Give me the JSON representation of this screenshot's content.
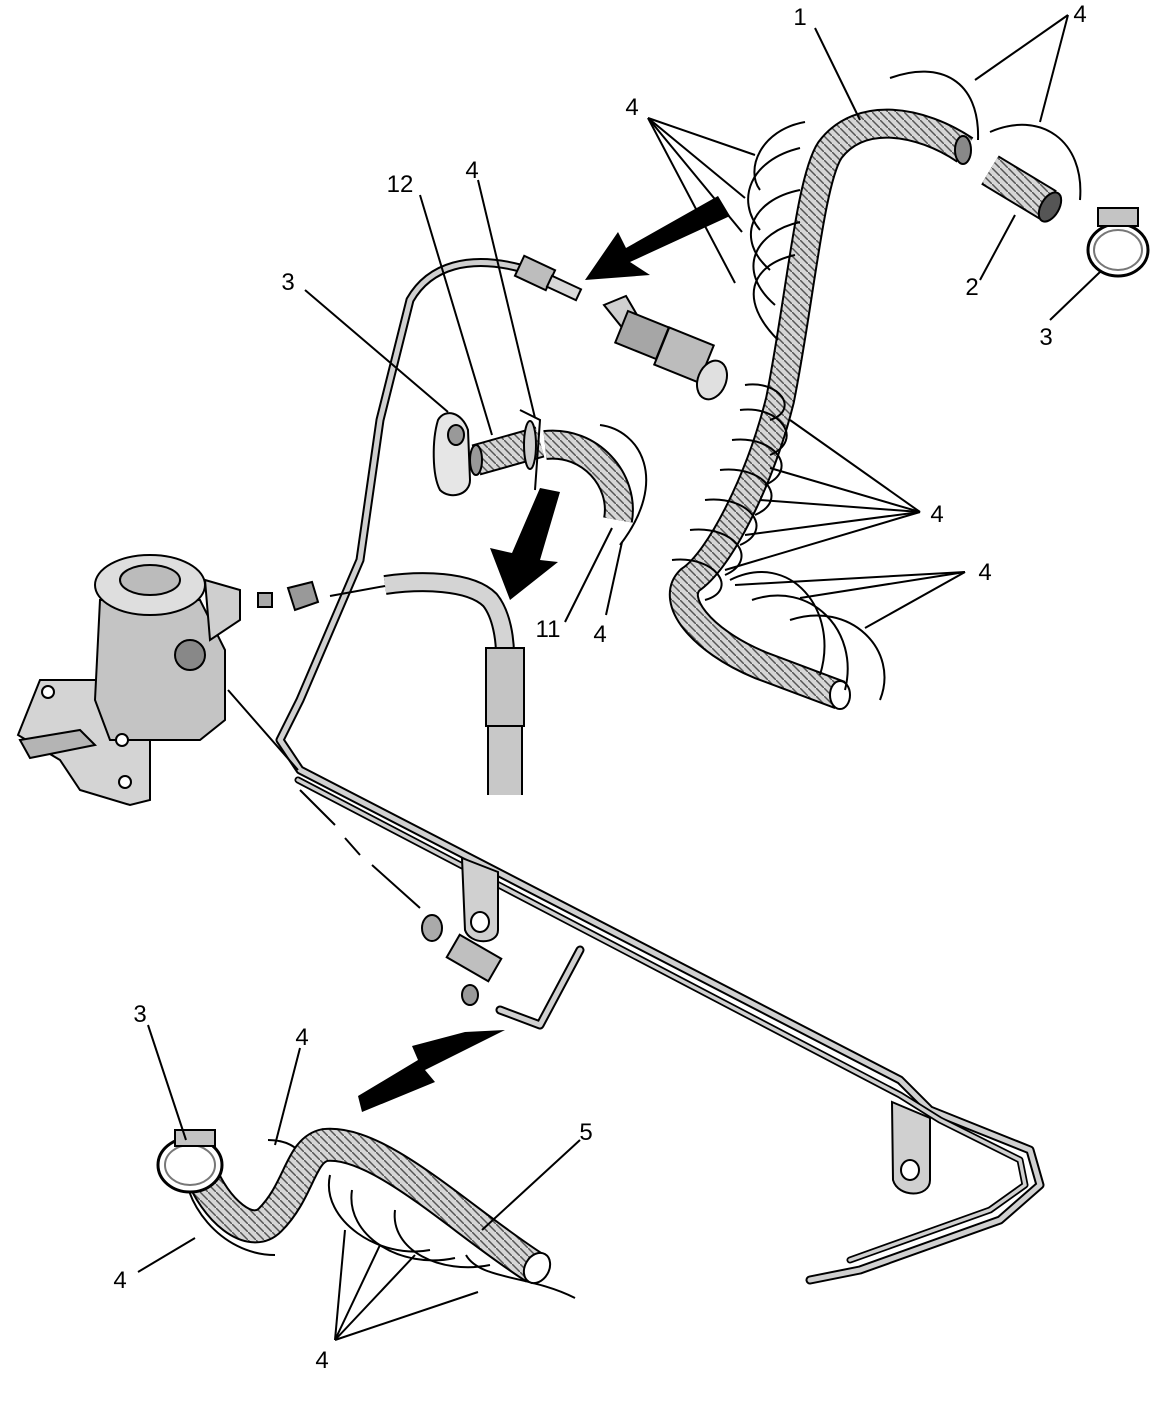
{
  "colors": {
    "line": "#000000",
    "part_fill": "#cfcfcf",
    "part_dark": "#8a8a8a",
    "background": "#ffffff"
  },
  "callouts": {
    "c1": "1",
    "c2": "2",
    "c3a": "3",
    "c3b": "3",
    "c3c": "3",
    "c4_top_right": "4",
    "c4_top_left": "4",
    "c4_mid": "4",
    "c4_right_cluster": "4",
    "c4_right_lower": "4",
    "c4_hose11": "4",
    "c4_bottom_left_upper": "4",
    "c4_bottom_left_lower": "4",
    "c4_bottom": "4",
    "c5": "5",
    "c11": "11",
    "c12": "12"
  }
}
